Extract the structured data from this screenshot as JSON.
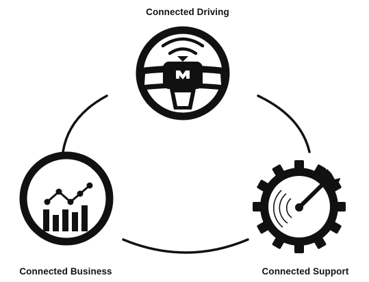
{
  "nodes": {
    "driving": {
      "label": "Connected Driving",
      "icon": "steering-wheel-icon"
    },
    "business": {
      "label": "Connected Business",
      "icon": "business-chart-icon"
    },
    "support": {
      "label": "Connected Support",
      "icon": "gear-wrench-icon"
    }
  },
  "colors": {
    "stroke": "#111111",
    "background": "#ffffff"
  }
}
